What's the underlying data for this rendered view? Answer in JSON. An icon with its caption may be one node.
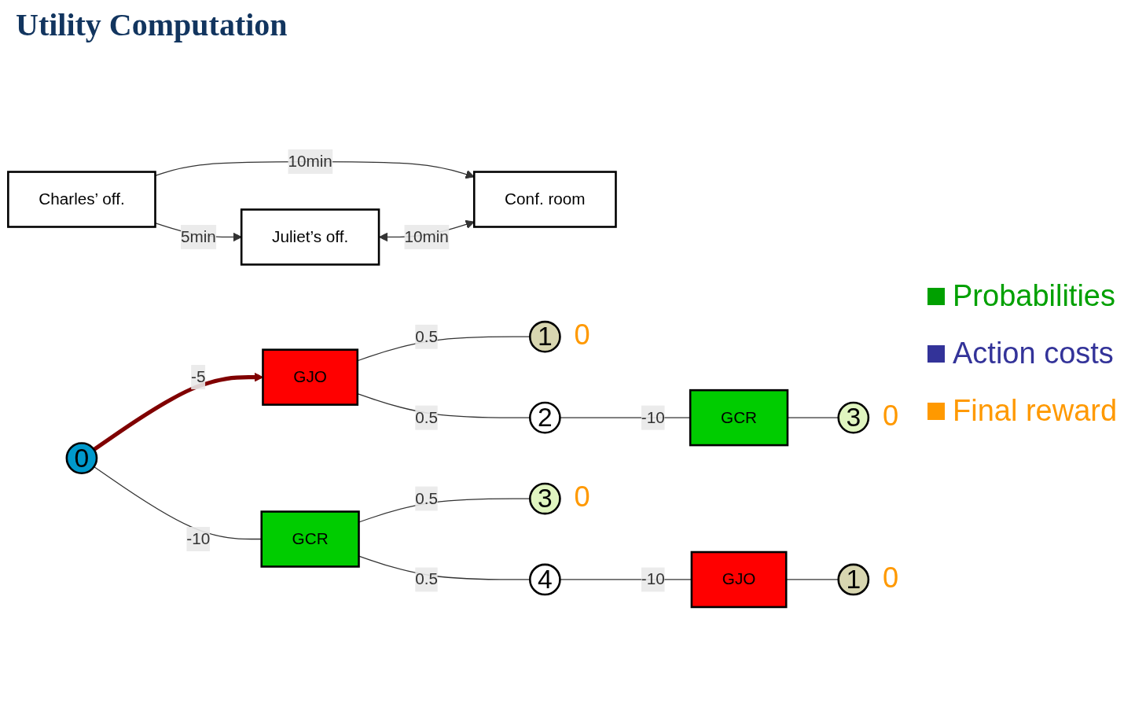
{
  "diagram": {
    "title": "Utility Computation",
    "nodes": [
      {
        "text": [
          "Charles’ off."
        ]
      },
      {
        "text": [
          "Juliet’s off."
        ]
      },
      {
        "text": [
          "Conf. room"
        ]
      },
      {
        "text": [
          "0"
        ]
      },
      {
        "text": [
          "GJO"
        ]
      },
      {
        "text": [
          "1"
        ],
        "beside": [
          "0"
        ]
      },
      {
        "text": [
          "2"
        ]
      },
      {
        "text": [
          "GCR"
        ]
      },
      {
        "text": [
          "3"
        ],
        "beside": [
          "0"
        ]
      },
      {
        "text": [
          "GCR"
        ]
      },
      {
        "text": [
          "3"
        ],
        "beside": [
          "0"
        ]
      },
      {
        "text": [
          "4"
        ]
      },
      {
        "text": [
          "GJO"
        ]
      },
      {
        "text": [
          "1"
        ],
        "beside": [
          "0"
        ]
      }
    ],
    "edges": [
      {
        "from": 0,
        "to": 1,
        "arrow": "to",
        "label": "5min"
      },
      {
        "from": 0,
        "to": 2,
        "arrow": "to",
        "label": "10min"
      },
      {
        "from": 1,
        "to": 2,
        "arrow": "both",
        "label": "10min"
      },
      {
        "from": 3,
        "to": 4,
        "arrow": "to",
        "label": "-5",
        "style": "thick",
        "color": "#800000"
      },
      {
        "from": 4,
        "to": 5,
        "arrow": "none",
        "label": "0.5"
      },
      {
        "from": 4,
        "to": 6,
        "arrow": "none",
        "label": "0.5"
      },
      {
        "from": 6,
        "to": 7,
        "arrow": "none",
        "label": "-10"
      },
      {
        "from": 7,
        "to": 8,
        "arrow": "none"
      },
      {
        "from": 3,
        "to": 9,
        "arrow": "none",
        "label": "-10"
      },
      {
        "from": 9,
        "to": 10,
        "arrow": "none",
        "label": "0.5"
      },
      {
        "from": 9,
        "to": 11,
        "arrow": "none",
        "label": "0.5"
      },
      {
        "from": 11,
        "to": 12,
        "arrow": "none",
        "label": "-10"
      },
      {
        "from": 12,
        "to": 13,
        "arrow": "none"
      }
    ],
    "legend": [
      {
        "text": "Probabilities",
        "color": "#00a000"
      },
      {
        "text": "Action costs",
        "color": "#333399"
      },
      {
        "text": "Final reward",
        "color": "#ff9900"
      }
    ]
  }
}
